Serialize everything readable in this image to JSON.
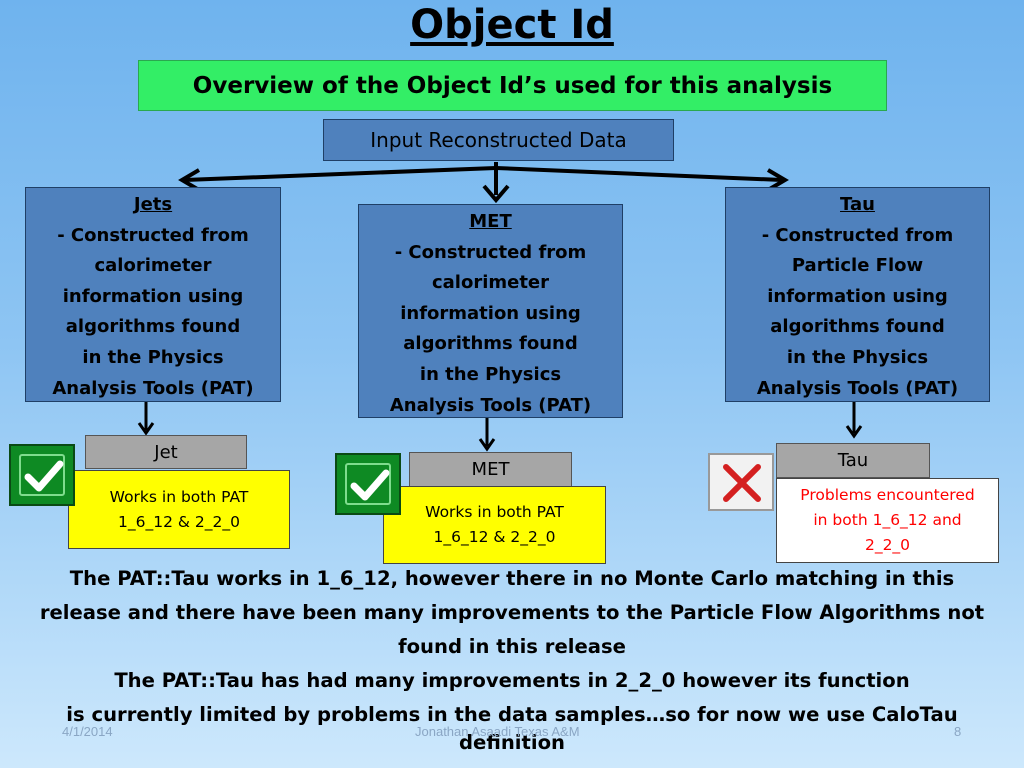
{
  "title": "Object Id",
  "subtitle": "Overview of the Object Id’s used for this analysis",
  "input_box": "Input Reconstructed Data",
  "columns": [
    {
      "heading": "Jets",
      "description": "- Constructed from\ncalorimeter\ninformation using\nalgorithms found\nin the Physics\nAnalysis Tools (PAT)",
      "object": "Jet",
      "status_icon": "check-icon",
      "status": "Works in both PAT\n1_6_12 & 2_2_0",
      "status_color": "#ffff00"
    },
    {
      "heading": "MET",
      "description": "- Constructed from\ncalorimeter\ninformation using\nalgorithms found\nin the Physics\nAnalysis Tools (PAT)",
      "object": "MET",
      "status_icon": "check-icon",
      "status": "Works in both PAT\n1_6_12 & 2_2_0",
      "status_color": "#ffff00"
    },
    {
      "heading": "Tau",
      "description": "- Constructed from\nParticle Flow\ninformation using\nalgorithms found\nin the Physics\nAnalysis Tools (PAT)",
      "object": "Tau",
      "status_icon": "cross-icon",
      "status": "Problems encountered\nin both 1_6_12 and\n2_2_0",
      "status_color": "#ff0000"
    }
  ],
  "body_lines": [
    "The PAT::Tau works in 1_6_12, however there in no Monte Carlo matching in this",
    "release and there have been many improvements to the Particle Flow Algorithms not",
    "found in this release",
    "The PAT::Tau has had many improvements in 2_2_0 however its function",
    "is currently limited by problems in the data samples…so for now we use CaloTau",
    "definition"
  ],
  "footer": {
    "date": "4/1/2014",
    "author": "Jonathan Asaadi Texas A&M",
    "page": "8"
  },
  "colors": {
    "box_blue": "#4f81bd",
    "subtitle_green": "#33ee66",
    "ok_yellow": "#ffff00",
    "error_red": "#ff0000"
  }
}
